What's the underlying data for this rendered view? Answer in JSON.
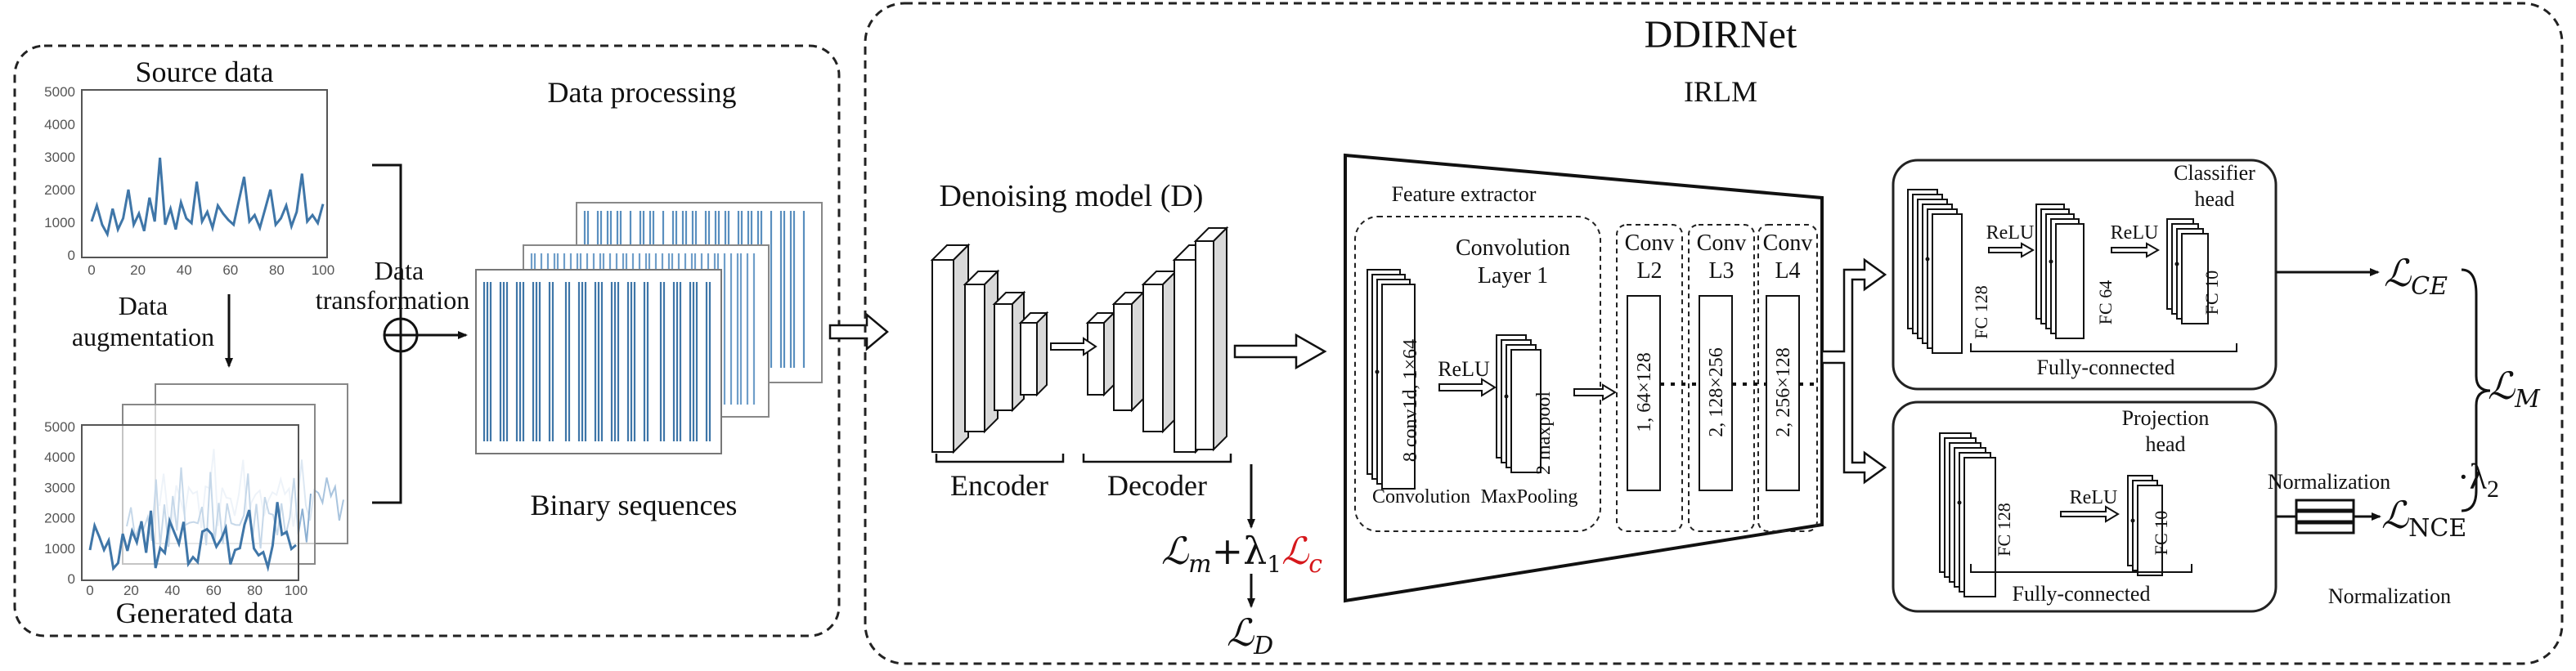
{
  "left_panel": {
    "source_title": "Source data",
    "processing_title": "Data processing",
    "augmentation": [
      "Data",
      "augmentation"
    ],
    "transformation": [
      "Data",
      "transformation"
    ],
    "generated_title": "Generated data",
    "binary_title": "Binary sequences",
    "y_ticks": [
      "5000",
      "4000",
      "3000",
      "2000",
      "1000",
      "0"
    ],
    "x_ticks": [
      "0",
      "20",
      "40",
      "60",
      "80",
      "100"
    ]
  },
  "right_panel": {
    "title": "DDIRNet",
    "subtitle": "IRLM",
    "denoising_title": "Denoising model (D)",
    "encoder_label": "Encoder",
    "decoder_label": "Decoder",
    "feature_extractor": "Feature extractor",
    "conv_layer1": [
      "Convolution",
      "Layer 1"
    ],
    "conv_l2": [
      "Conv",
      "L2"
    ],
    "conv_l3": [
      "Conv",
      "L3"
    ],
    "conv_l4": [
      "Conv",
      "L4"
    ],
    "relu": "ReLU",
    "conv1d_label": "8 conv1d, 1×64",
    "maxpool_label": "2 maxpool",
    "l2_label": "1, 64×128",
    "l3_label": "2, 128×256",
    "l4_label": "2, 256×128",
    "convolution_caption": "Convolution",
    "maxpooling_caption": "MaxPooling",
    "classifier_head": [
      "Classifier",
      "head"
    ],
    "projection_head": [
      "Projection",
      "head"
    ],
    "fc128": "FC 128",
    "fc64": "FC 64",
    "fc10": "FC 10",
    "fully_connected": "Fully-connected",
    "normalization": "Normalization",
    "loss_ce": "CE",
    "loss_nce": "NCE",
    "loss_m": "M",
    "loss_d": "D",
    "lambda1": "1",
    "lambda2": "2",
    "loss_m_small": "m",
    "loss_c": "c"
  },
  "colors": {
    "plot_line": "#3f76a8",
    "plot_light": "#a9c4de",
    "loss_red": "#d6171b"
  }
}
